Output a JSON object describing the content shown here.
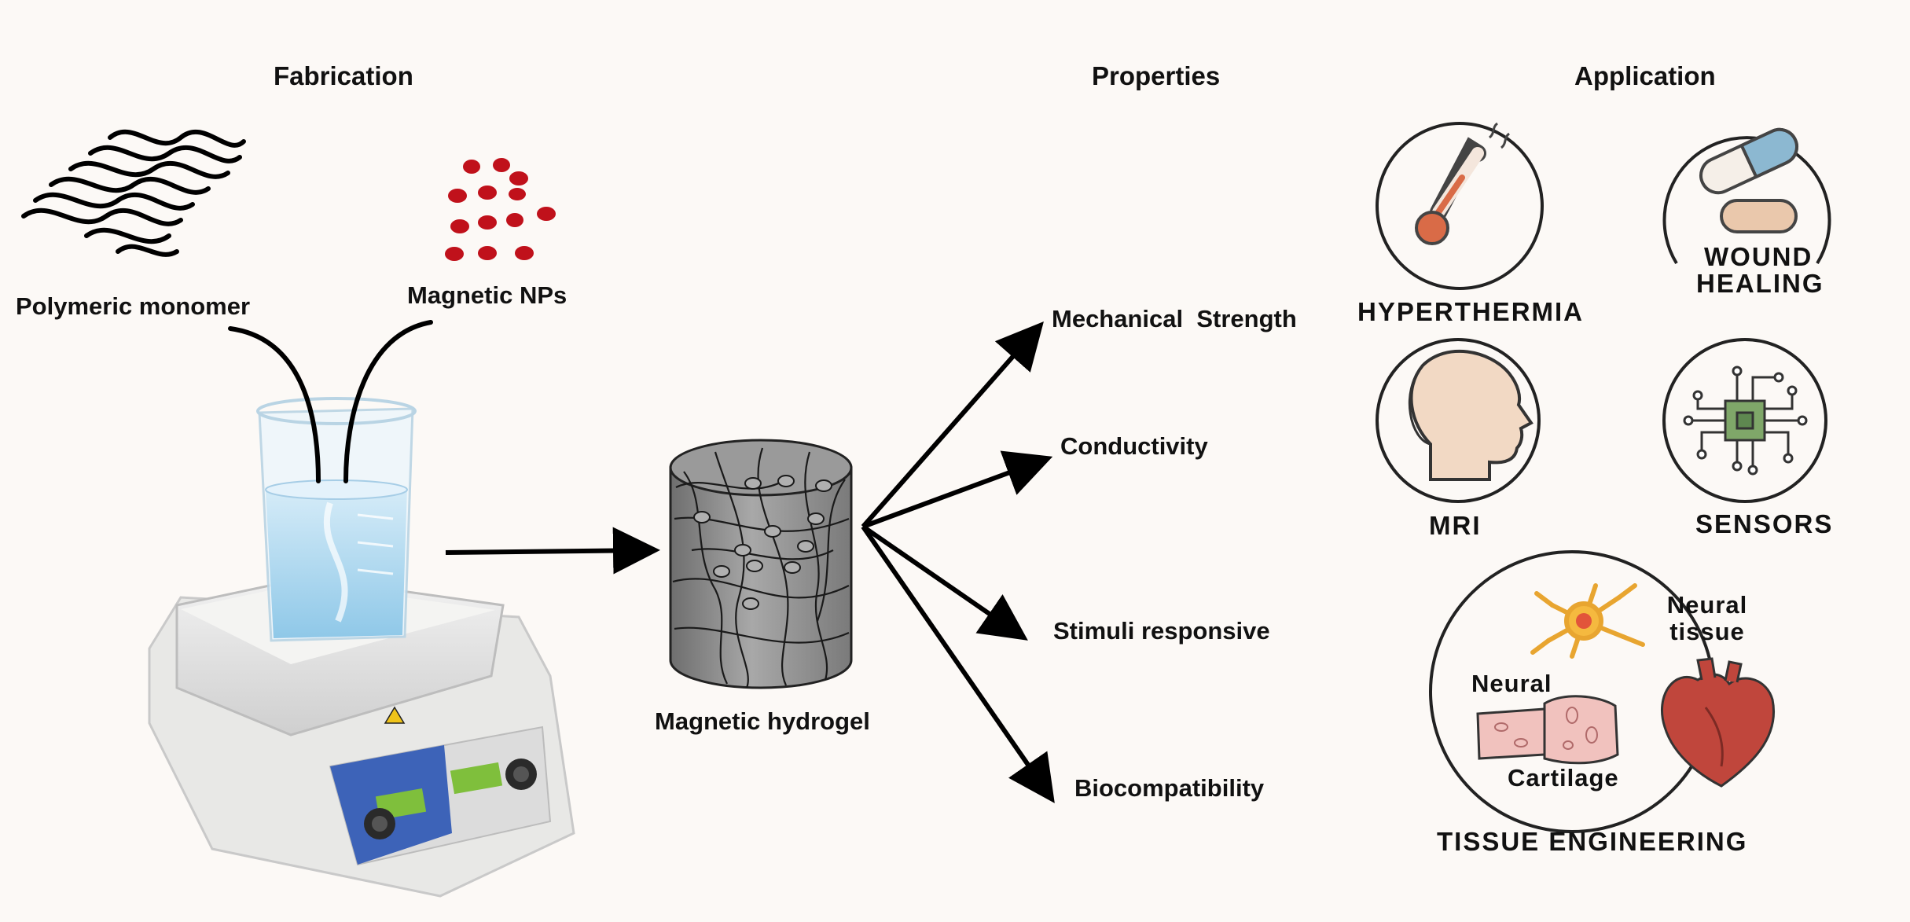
{
  "headers": {
    "fabrication": "Fabrication",
    "properties": "Properties",
    "application": "Application"
  },
  "fabrication": {
    "polymer_label": "Polymeric monomer",
    "nps_label": "Magnetic NPs"
  },
  "hydrogel_label": "Magnetic hydrogel",
  "properties": {
    "mechanical": "Mechanical  Strength",
    "conductivity": "Conductivity",
    "stimuli": "Stimuli responsive",
    "biocompat": "Biocompatibility"
  },
  "applications": {
    "hyperthermia": "HYPERTHERMIA",
    "wound_line1": "WOUND",
    "wound_line2": "HEALING",
    "mri": "MRI",
    "sensors": "SENSORS",
    "tissue": "TISSUE ENGINEERING",
    "neural_tissue_line1": "Neural",
    "neural_tissue_line2": "tissue",
    "neural": "Neural",
    "cartilage": "Cartilage"
  },
  "colors": {
    "background": "#fcf9f6",
    "nanoparticle": "#c0111b",
    "hydrogel": "#8c8c8c",
    "arrow": "#000000",
    "hotplate_panel": "#3d63b8",
    "lcd": "#7fbf3c"
  },
  "icons": [
    "thermometer-icon",
    "pill-capsule-icon",
    "head-profile-icon",
    "chip-icon",
    "neuron-icon",
    "cartilage-icon",
    "heart-icon"
  ]
}
